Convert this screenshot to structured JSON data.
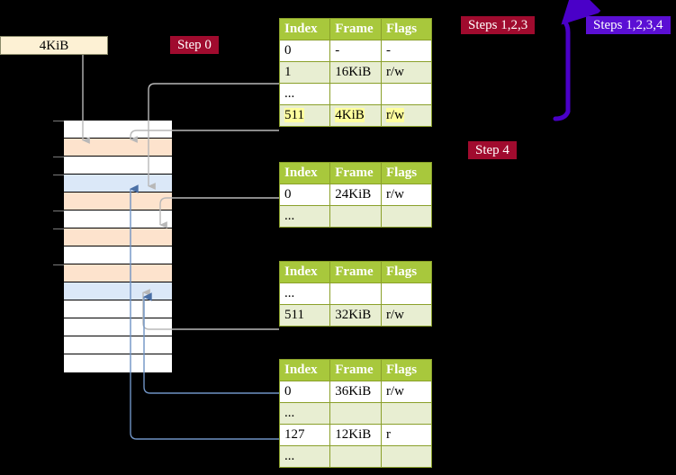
{
  "memory_label": {
    "text": "4KiB"
  },
  "badges": [
    {
      "name": "step-0",
      "text": "Step 0",
      "color": "#a00b2e",
      "style": "red"
    },
    {
      "name": "steps-123",
      "text": "Steps 1,2,3",
      "color": "#a00b2e",
      "style": "red"
    },
    {
      "name": "steps-1234",
      "text": "Steps 1,2,3,4",
      "color": "#5b0fd4",
      "style": "blue"
    },
    {
      "name": "step-4",
      "text": "Step 4",
      "color": "#a00b2e",
      "style": "red"
    }
  ],
  "table_headers": [
    "Index",
    "Frame",
    "Flags"
  ],
  "tables": [
    {
      "name": "pml4-table",
      "rows": [
        {
          "cells": [
            "0",
            "-",
            "-"
          ],
          "tint": false,
          "highlight": false
        },
        {
          "cells": [
            "1",
            "16KiB",
            "r/w"
          ],
          "tint": true,
          "highlight": false
        },
        {
          "cells": [
            "...",
            "",
            ""
          ],
          "tint": false,
          "highlight": false
        },
        {
          "cells": [
            "511",
            "4KiB",
            "r/w"
          ],
          "tint": true,
          "highlight": true
        }
      ]
    },
    {
      "name": "pdp-table",
      "rows": [
        {
          "cells": [
            "0",
            "24KiB",
            "r/w"
          ],
          "tint": false,
          "highlight": false
        },
        {
          "cells": [
            "...",
            "",
            ""
          ],
          "tint": true,
          "highlight": false
        }
      ]
    },
    {
      "name": "pd-table",
      "rows": [
        {
          "cells": [
            "...",
            "",
            ""
          ],
          "tint": false,
          "highlight": false
        },
        {
          "cells": [
            "511",
            "32KiB",
            "r/w"
          ],
          "tint": true,
          "highlight": false
        }
      ]
    },
    {
      "name": "pt-table",
      "rows": [
        {
          "cells": [
            "0",
            "36KiB",
            "r/w"
          ],
          "tint": false,
          "highlight": false
        },
        {
          "cells": [
            "...",
            "",
            ""
          ],
          "tint": true,
          "highlight": false
        },
        {
          "cells": [
            "127",
            "12KiB",
            "r"
          ],
          "tint": false,
          "highlight": false
        },
        {
          "cells": [
            "...",
            "",
            ""
          ],
          "tint": true,
          "highlight": false
        }
      ]
    }
  ],
  "memory_grid": {
    "name": "physical-memory-grid",
    "rows": [
      {
        "fill": "white"
      },
      {
        "fill": "orange"
      },
      {
        "fill": "white"
      },
      {
        "fill": "blue"
      },
      {
        "fill": "orange"
      },
      {
        "fill": "white"
      },
      {
        "fill": "orange"
      },
      {
        "fill": "white"
      },
      {
        "fill": "orange"
      },
      {
        "fill": "blue"
      },
      {
        "fill": "white"
      },
      {
        "fill": "white"
      },
      {
        "fill": "white"
      },
      {
        "fill": "white"
      }
    ],
    "colors": {
      "orange": "#fde3cd",
      "blue": "#dbe8f8",
      "white": "#ffffff"
    }
  },
  "wire_colors": {
    "gray": "#b8b8b8",
    "blue": "#6f93c4",
    "purple": "#5b0fd4"
  }
}
